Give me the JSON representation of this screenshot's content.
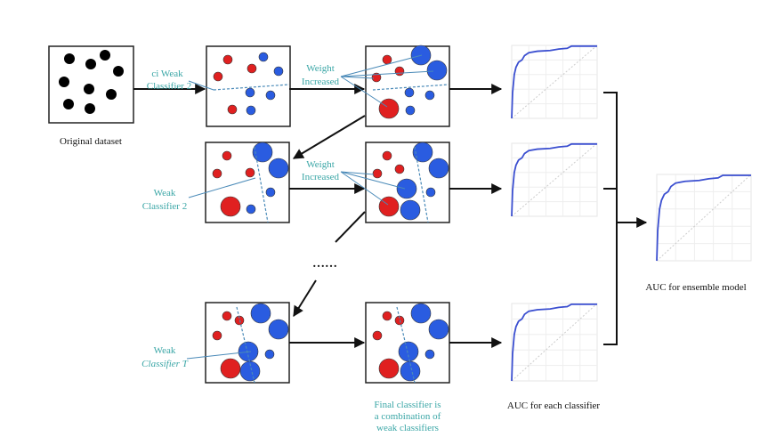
{
  "original_dataset_label": "Original dataset",
  "row1": {
    "classifier_label_line1": "ci Weak",
    "classifier_label_line2": "Classifier 2",
    "weight_line1": "Weight",
    "weight_line2": "Increased"
  },
  "row2": {
    "classifier_label_line1": "Weak",
    "classifier_label_line2": "Classifier 2",
    "weight_line1": "Weight",
    "weight_line2": "Increased"
  },
  "ellipsis": "……",
  "row3": {
    "classifier_label_line1": "Weak",
    "classifier_label_line2": "Classifier T"
  },
  "final_label": [
    "Final classifier is",
    "a combination of",
    "weak classifiers"
  ],
  "auc_each_label": "AUC for each classifier",
  "auc_ensemble_label": "AUC for ensemble model",
  "colors": {
    "red": "#e02020",
    "blue": "#2a5ce0",
    "text": "#3aa6a6",
    "roc": "#3b4fd0"
  }
}
